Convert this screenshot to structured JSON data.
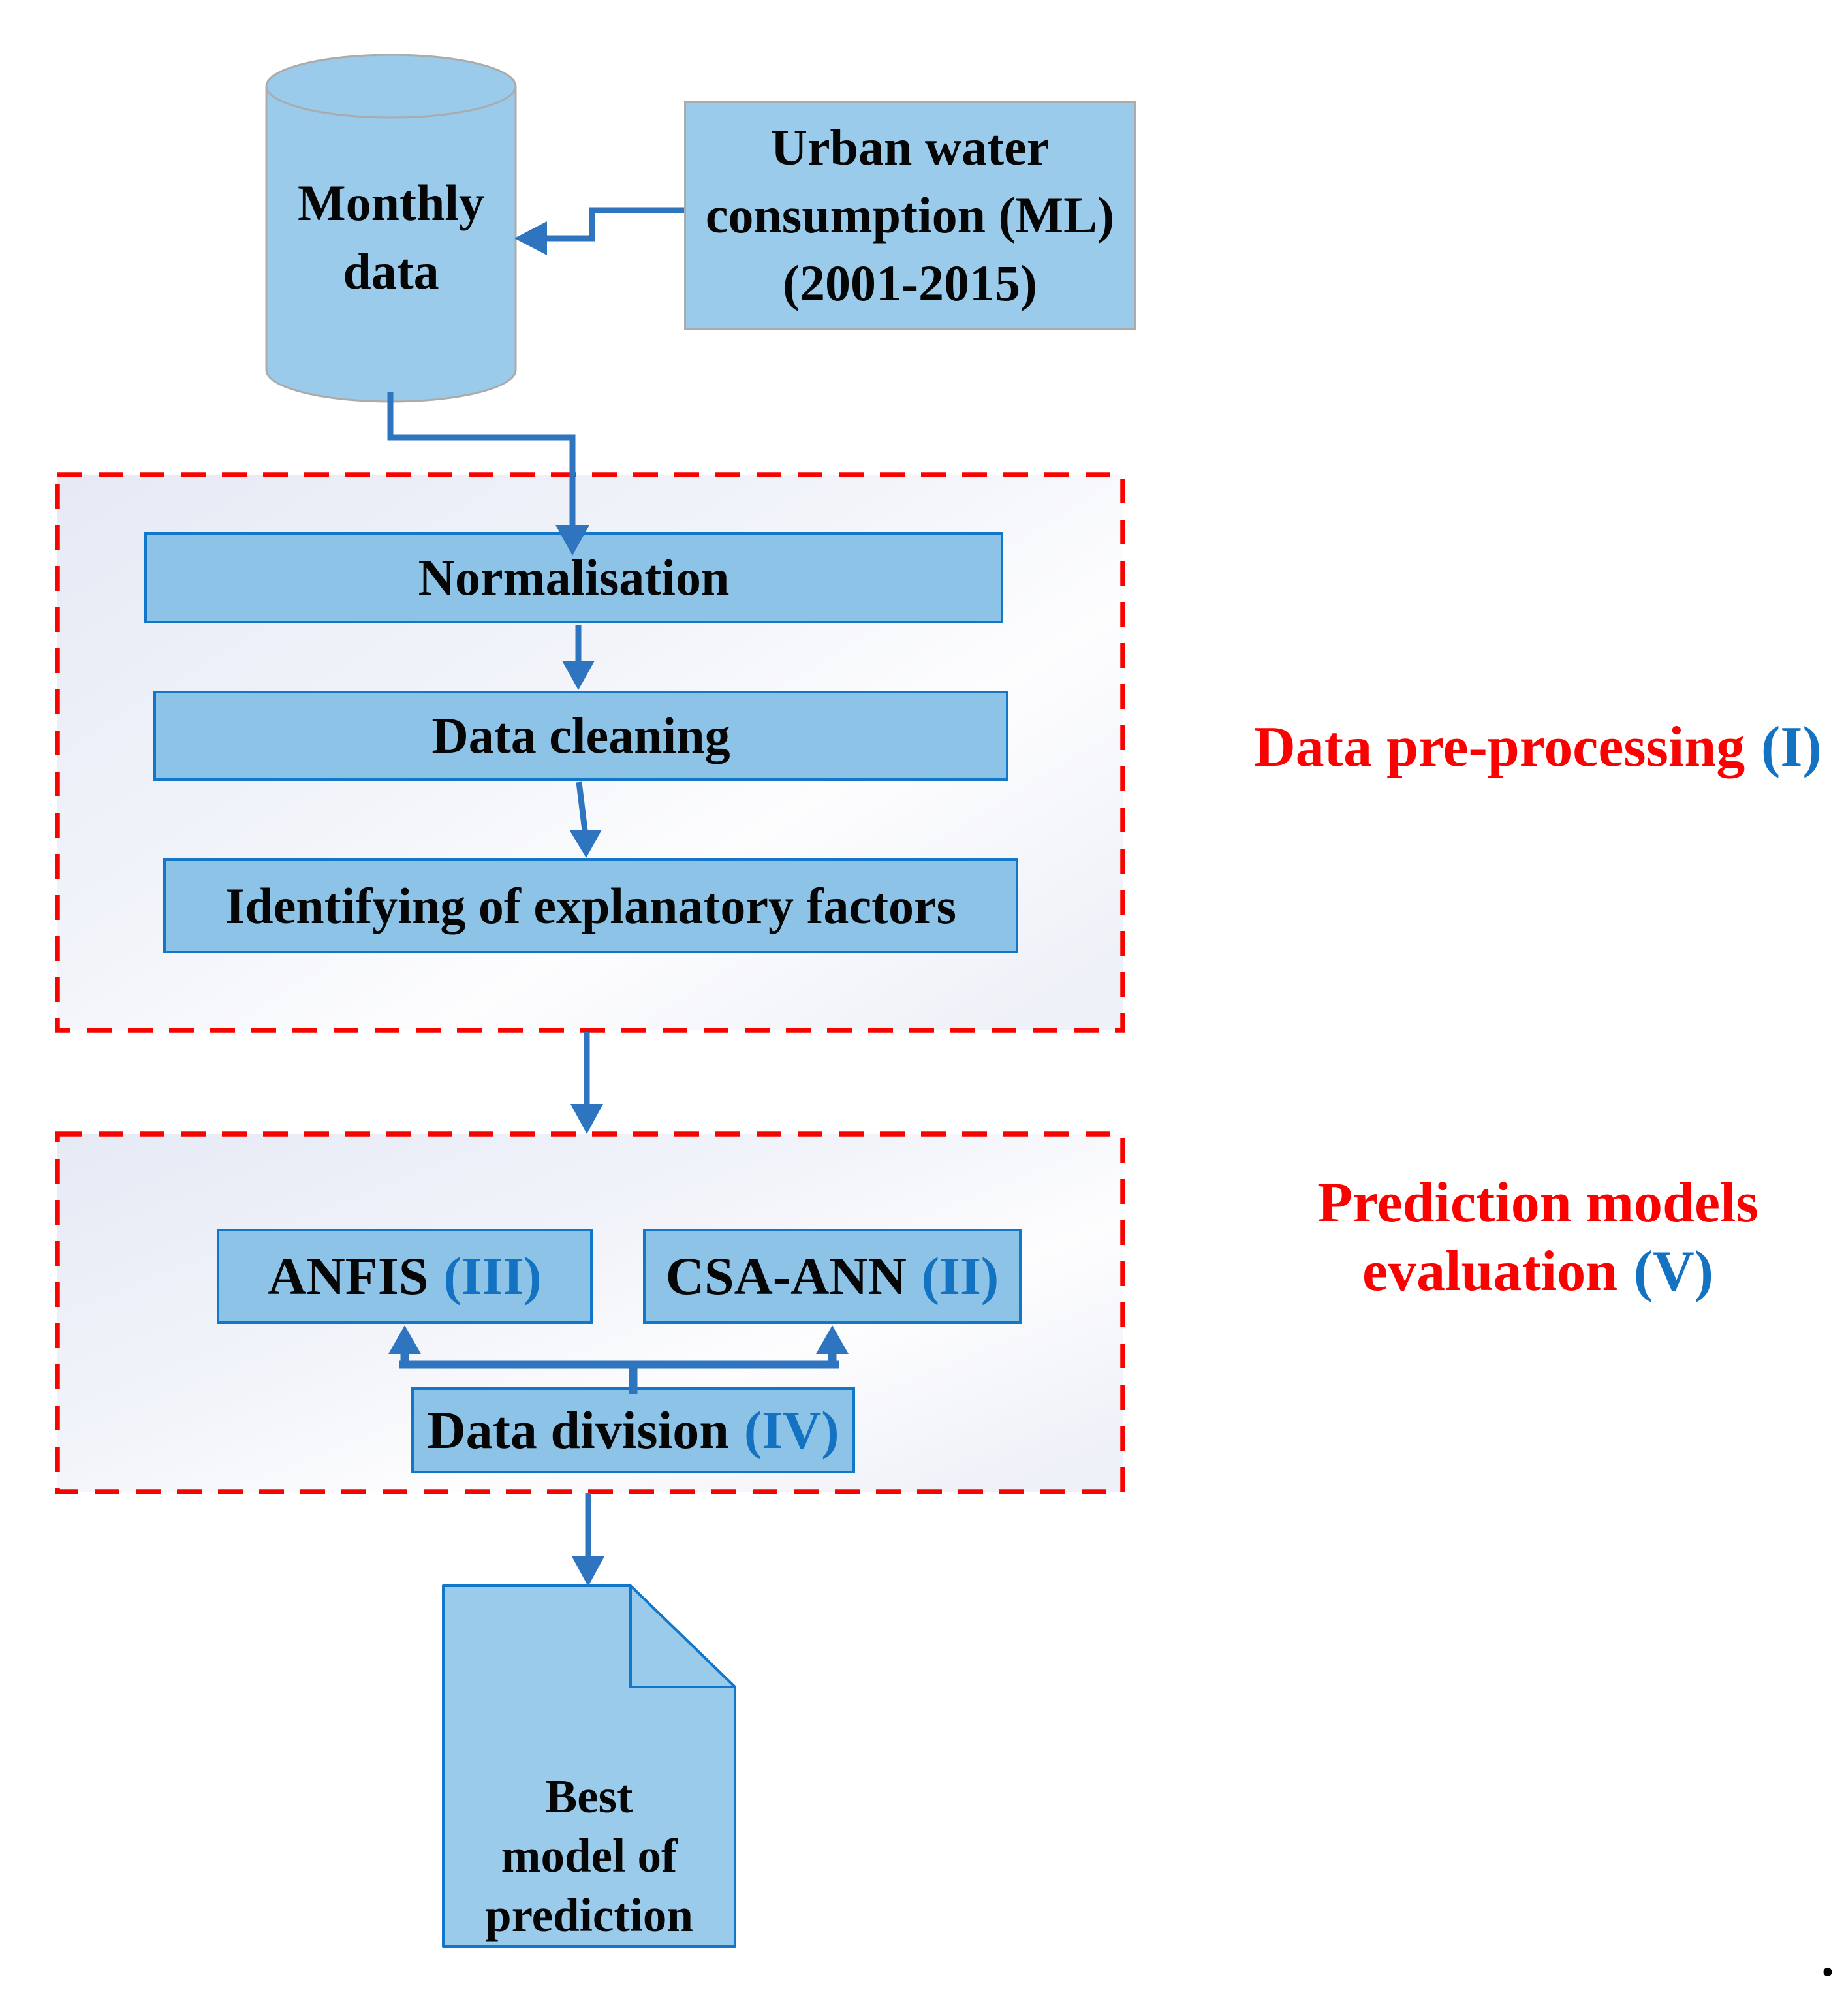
{
  "nodes": {
    "cylinder": {
      "lines": [
        "Monthly",
        "data"
      ]
    },
    "source_box": {
      "lines": [
        "Urban water",
        "consumption (ML)",
        "(2001-2015)"
      ]
    },
    "process_boxes": [
      {
        "label": "Normalisation"
      },
      {
        "label": "Data cleaning"
      },
      {
        "label": "Identifying of explanatory factors"
      }
    ],
    "model_boxes": [
      {
        "label": "ANFIS",
        "numeral": "(III)"
      },
      {
        "label": "CSA-ANN",
        "numeral": "(II)"
      }
    ],
    "division_box": {
      "label": "Data division",
      "numeral": "(IV)"
    },
    "document": {
      "lines": [
        "Best",
        "model of",
        "prediction"
      ]
    }
  },
  "section_labels": {
    "preprocessing": {
      "text": "Data pre-processing",
      "numeral": "(I)"
    },
    "evaluation": {
      "line1": "Prediction models",
      "line2": "evaluation",
      "numeral": "(V)"
    }
  },
  "footnote_period": ".",
  "colors": {
    "shape-fill-light": "#9ACBEB",
    "box-fill": "#8CC3E6",
    "border-blue": "#1277C8",
    "border-gray": "#ABABAB",
    "arrow-blue": "#2E74BE",
    "dashed-red": "#F80400",
    "red-text": "#FA0202",
    "numeral-blue": "#1372C2"
  }
}
